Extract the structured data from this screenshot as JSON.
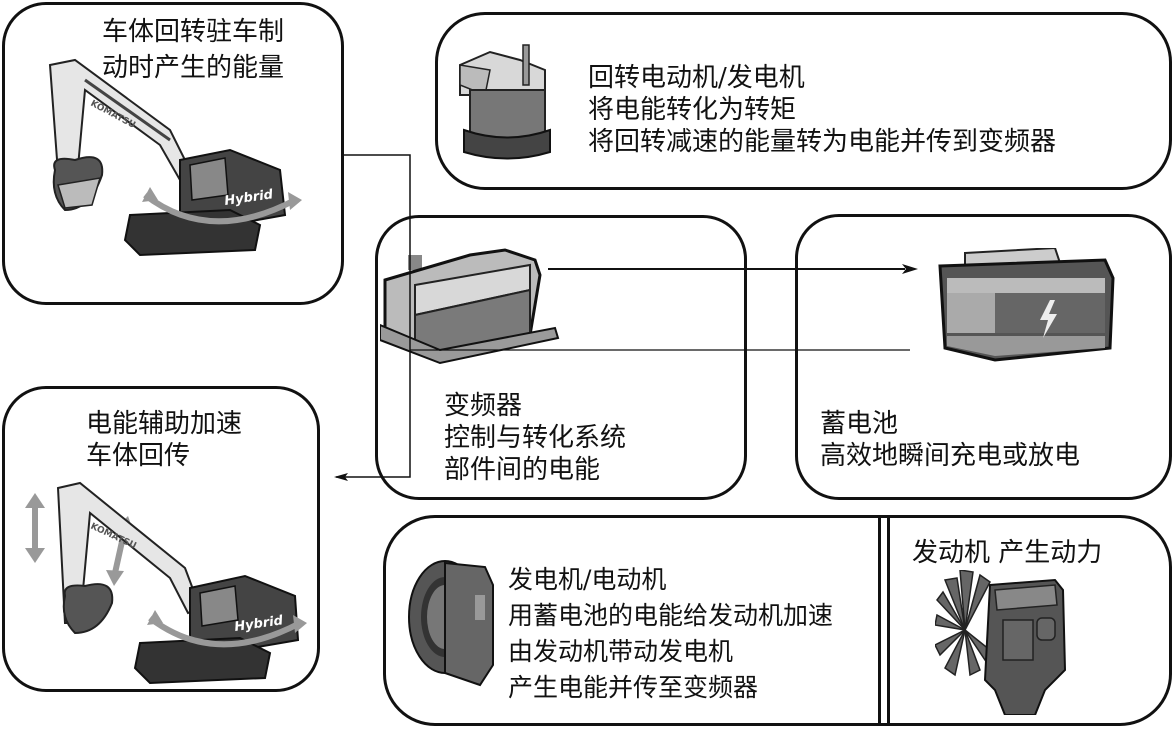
{
  "diagram": {
    "boxes": {
      "swing_braking": {
        "lines": [
          "车体回转驻车制",
          "动时产生的能量"
        ],
        "icon": "excavator-icon"
      },
      "swing_motor": {
        "lines": [
          "回转电动机/发电机",
          "将电能转化为转矩",
          "将回转减速的能量转为电能并传到变频器"
        ],
        "icon": "swing-motor-icon"
      },
      "inverter": {
        "lines": [
          "变频器",
          "控制与转化系统",
          "部件间的电能"
        ],
        "icon": "inverter-icon"
      },
      "battery": {
        "lines": [
          "蓄电池",
          "高效地瞬间充电或放电"
        ],
        "icon": "battery-icon"
      },
      "assist_swing": {
        "lines": [
          "电能辅助加速",
          "车体回传"
        ],
        "icon": "excavator-icon"
      },
      "generator": {
        "lines": [
          "发电机/电动机",
          "用蓄电池的电能给发动机加速",
          "由发动机带动发电机",
          "产生电能并传至变频器"
        ],
        "icon": "generator-motor-icon"
      },
      "engine": {
        "lines": [
          "发动机 产生动力"
        ],
        "icon": "engine-icon"
      }
    },
    "excavator_label": "Hybrid",
    "connections": [
      {
        "from": "swing_braking",
        "to": "assist_swing",
        "via": "inverter",
        "arrow": "assist_swing"
      },
      {
        "from": "inverter",
        "to": "battery",
        "arrow": "battery"
      },
      {
        "from": "battery",
        "to": "inverter",
        "arrow": "none"
      }
    ]
  }
}
